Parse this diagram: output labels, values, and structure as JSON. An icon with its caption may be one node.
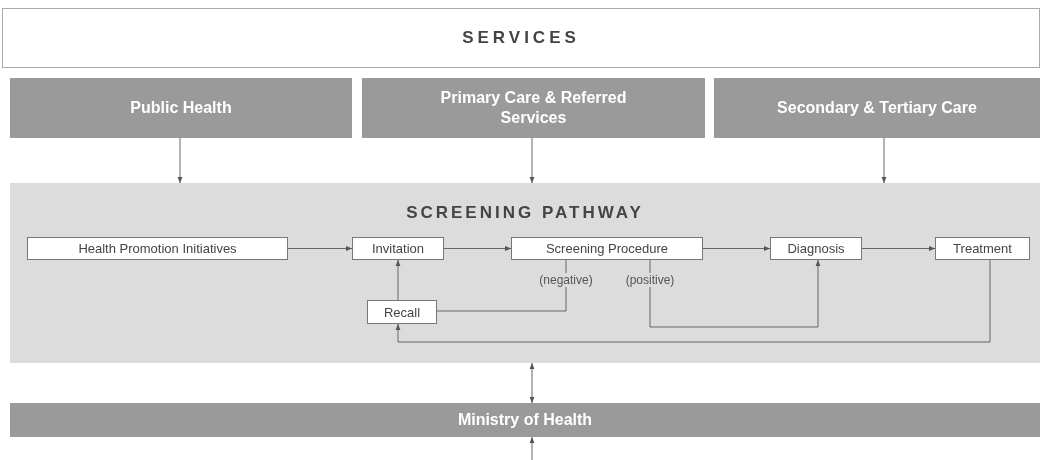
{
  "diagram": {
    "nodes": [
      {
        "text": [
          "SERVICES"
        ]
      },
      {
        "text": [
          "Public Health"
        ]
      },
      {
        "text": [
          "Primary Care & Referred Services"
        ]
      },
      {
        "text": [
          "Secondary & Tertiary Care"
        ]
      },
      {
        "text": [
          "SCREENING PATHWAY"
        ]
      },
      {
        "text": [
          "Health  Promotion Initiatives"
        ],
        "in": 4
      },
      {
        "text": [
          "Invitation"
        ],
        "in": 4
      },
      {
        "text": [
          "Screening Procedure"
        ],
        "in": 4
      },
      {
        "text": [
          "Recall"
        ],
        "in": 4
      },
      {
        "text": [
          "Diagnosis"
        ],
        "in": 4
      },
      {
        "text": [
          "Treatment"
        ],
        "in": 4
      },
      {
        "text": [
          "Ministry of Health"
        ]
      }
    ],
    "edges": [
      {
        "from": 1,
        "to": 4,
        "arrow": "to"
      },
      {
        "from": 2,
        "to": 4,
        "arrow": "to"
      },
      {
        "from": 3,
        "to": 4,
        "arrow": "to"
      },
      {
        "from": 5,
        "to": 6,
        "arrow": "to"
      },
      {
        "from": 6,
        "to": 7,
        "arrow": "to"
      },
      {
        "from": 7,
        "to": 9,
        "arrow": "to"
      },
      {
        "from": 9,
        "to": 10,
        "arrow": "to"
      },
      {
        "from": 8,
        "to": 6,
        "arrow": "to"
      },
      {
        "from": 7,
        "to": 8,
        "arrow": "none",
        "label": "(negative)"
      },
      {
        "from": 7,
        "to": 9,
        "arrow": "to",
        "label": "(positive)"
      },
      {
        "from": 10,
        "to": 8,
        "arrow": "to"
      },
      {
        "from": 4,
        "to": 11,
        "arrow": "both"
      },
      {
        "from": null,
        "to": 11,
        "arrow": "to"
      }
    ]
  }
}
